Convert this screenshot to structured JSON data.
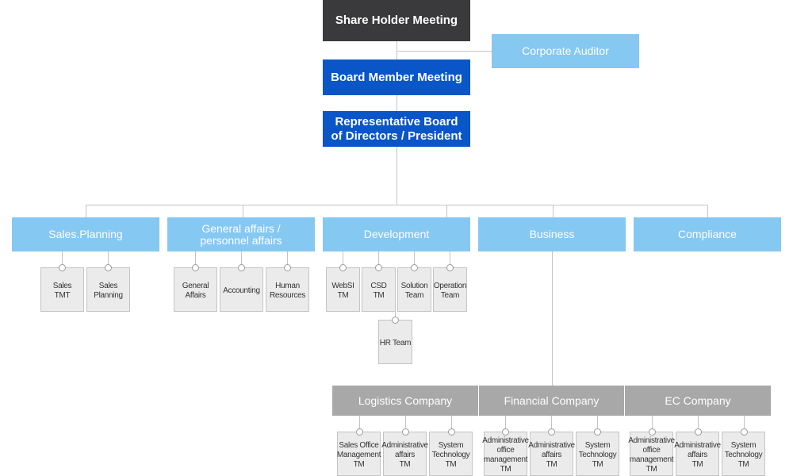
{
  "top": {
    "shareholder": "Share Holder Meeting",
    "auditor": "Corporate Auditor",
    "board": "Board Member Meeting",
    "president": "Representative Board\nof Directors / President"
  },
  "departments": [
    {
      "label": "Sales.Planning",
      "teams": [
        "Sales\nTMT",
        "Sales\nPlanning"
      ]
    },
    {
      "label": "General affairs /\npersonnel affairs",
      "teams": [
        "General\nAffairs",
        "Accounting",
        "Human\nResources"
      ]
    },
    {
      "label": "Development",
      "teams": [
        "WebSI\nTM",
        "CSD\nTM",
        "Solution\nTeam",
        "Operation\nTeam"
      ],
      "sub_team": "HR Team"
    },
    {
      "label": "Business",
      "teams": []
    },
    {
      "label": "Compliance",
      "teams": []
    }
  ],
  "companies": [
    {
      "label": "Logistics Company",
      "teams": [
        "Sales Office\nManagement\nTM",
        "Administrative\naffairs\nTM",
        "System\nTechnology\nTM"
      ]
    },
    {
      "label": "Financial Company",
      "teams": [
        "Administrative\noffice\nmanagement\nTM",
        "Administrative\naffairs\nTM",
        "System\nTechnology\nTM"
      ]
    },
    {
      "label": "EC Company",
      "teams": [
        "Administrative\noffice\nmanagement\nTM",
        "Administrative\naffairs\nTM",
        "System\nTechnology\nTM"
      ]
    }
  ],
  "colors": {
    "dark": "#3a3a3c",
    "blue": "#0a55c8",
    "light_blue": "#85c8f2",
    "gray": "#a8a8a8",
    "team_bg": "#ebebeb",
    "line": "#c4c4c4"
  }
}
